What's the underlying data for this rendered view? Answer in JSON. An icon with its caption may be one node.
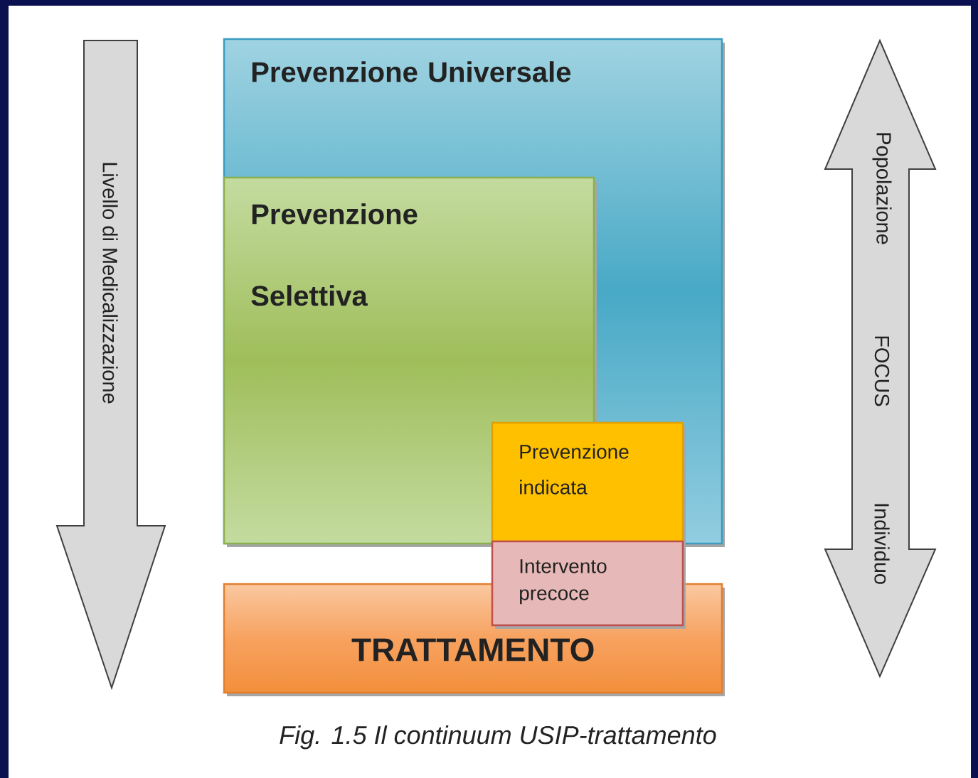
{
  "diagram": {
    "caption": "Fig. 1.5 Il continuum USIP-trattamento",
    "nodes": [
      {
        "text": [
          "Prevenzione Universale"
        ]
      },
      {
        "text": [
          "Prevenzione Selettiva"
        ],
        "in": 0
      },
      {
        "text": [
          "Prevenzione indicata"
        ],
        "in": 0
      },
      {
        "text": [
          "Intervento precoce"
        ]
      },
      {
        "text": [
          "TRATTAMENTO"
        ]
      },
      {
        "text": [
          "Livello di Medicalizzazione"
        ]
      },
      {
        "text": [
          "Popolazione",
          "FOCUS",
          "Individuo"
        ]
      }
    ]
  }
}
